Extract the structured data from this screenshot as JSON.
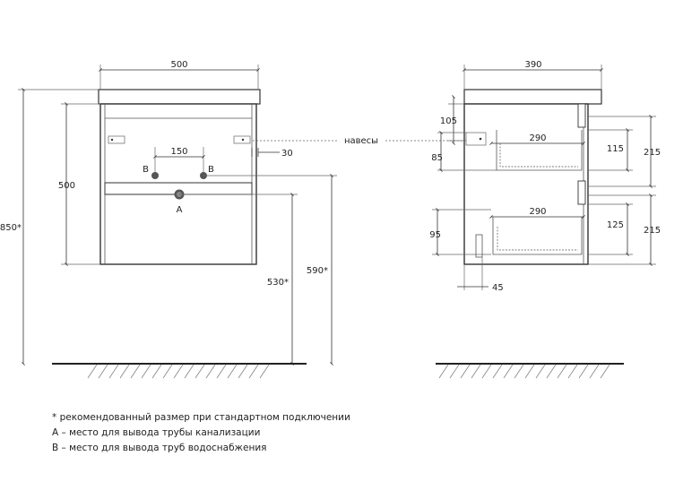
{
  "front_view": {
    "width": "500",
    "hole_spacing": "150",
    "hanger_offset": "30",
    "body_height": "500",
    "total_height": "850*",
    "drain_height": "530*",
    "water_height": "590*",
    "label_a": "A",
    "label_b_left": "B",
    "label_b_right": "B"
  },
  "hangers_label": "навесы",
  "side_view": {
    "depth": "390",
    "top_hanger_drop": "105",
    "top_drawer_depth": "290",
    "top_drawer_offset": "85",
    "top_drawer_inner_height": "115",
    "top_drawer_height": "215",
    "bottom_drawer_depth": "290",
    "bottom_drawer_offset": "95",
    "bottom_drawer_inner_height": "125",
    "bottom_drawer_height": "215",
    "bottom_gap": "45"
  },
  "notes": {
    "asterisk": "* рекомендованный размер при стандартном подключении",
    "a": "А – место для вывода трубы канализации",
    "b": "В – место для вывода труб водоснабжения"
  }
}
